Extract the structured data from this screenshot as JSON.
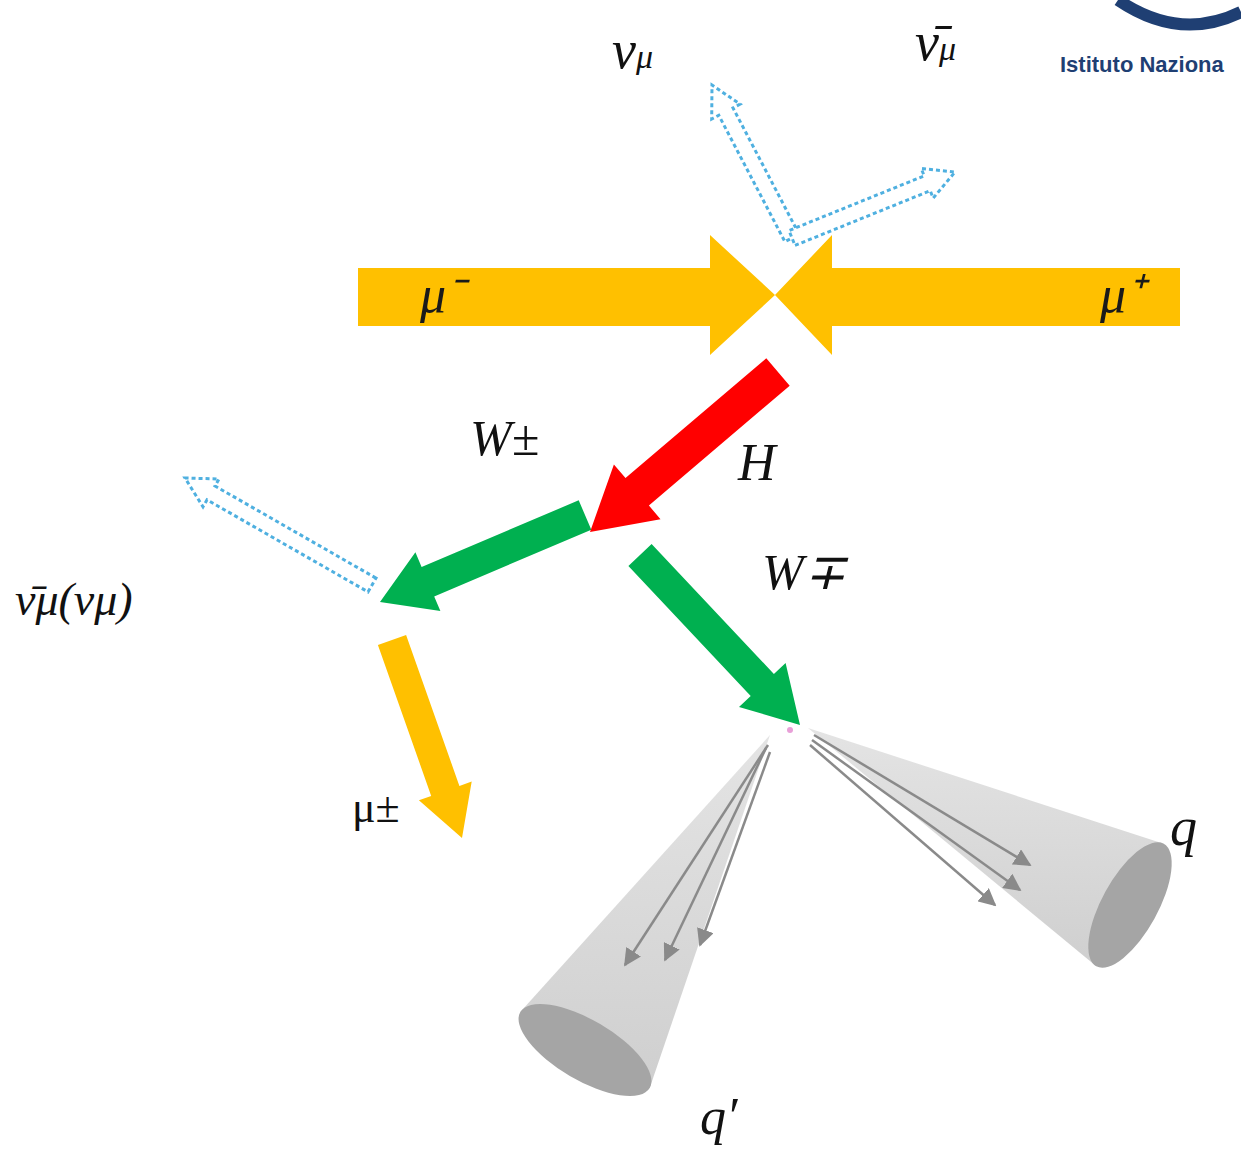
{
  "diagram": {
    "nodes": [
      {
        "text": [
          "μ⁻"
        ]
      },
      {
        "text": [
          "μ⁺"
        ]
      }
    ],
    "labels": [
      "Istituto Naziona",
      "νμ",
      "ν̄μ",
      "W±",
      "H",
      "W∓",
      "ν̄μ(νμ)",
      "μ±",
      "q",
      "q′"
    ]
  }
}
